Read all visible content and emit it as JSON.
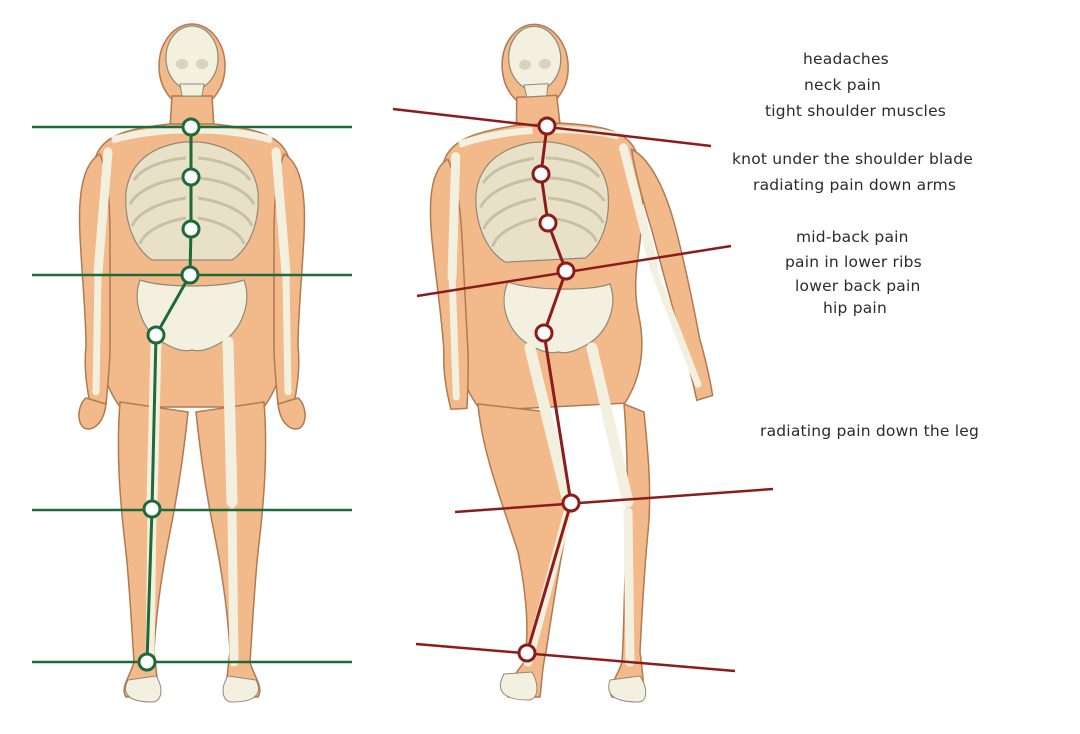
{
  "colors": {
    "skin": "#f2b98a",
    "skin_outline": "#b07a52",
    "bone": "#f4f0df",
    "bone_outline": "#8f8a78",
    "aligned": "#1e6a3a",
    "misaligned": "#8c1c1c",
    "text": "#2b2b2b"
  },
  "symptoms": [
    "headaches",
    "neck pain",
    "tight shoulder muscles",
    "knot under the shoulder blade",
    "radiating pain down arms",
    "mid-back pain",
    "pain in lower ribs",
    "lower back pain",
    "hip pain",
    "radiating pain down the leg"
  ]
}
